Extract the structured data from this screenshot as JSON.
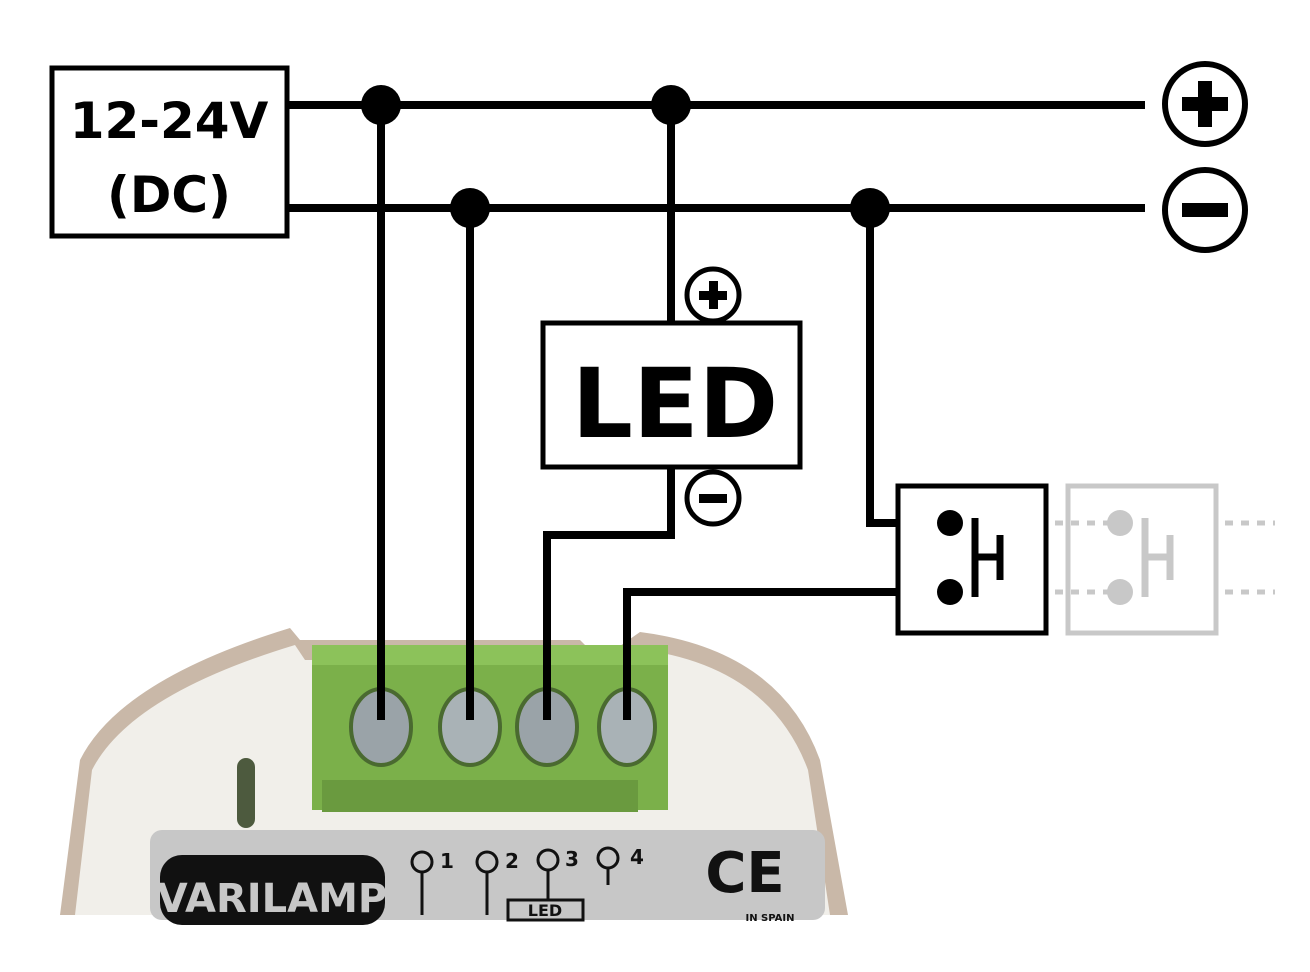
{
  "power_supply": {
    "line1": "12-24V",
    "line2": "(DC)"
  },
  "rails": {
    "positive_symbol": "+",
    "negative_symbol": "−"
  },
  "led": {
    "label": "LED",
    "plus": "+",
    "minus": "−"
  },
  "device": {
    "brand": "VARILAMP",
    "terminals": [
      "1",
      "2",
      "3",
      "4"
    ],
    "led_mark": "LED",
    "ce_mark": "CE",
    "made_in": "IN SPAIN"
  },
  "colors": {
    "wire": "#000000",
    "terminal_block": "#7bb04a",
    "ghost": "#c8c8c8",
    "label_plate": "#c7c7c7"
  }
}
